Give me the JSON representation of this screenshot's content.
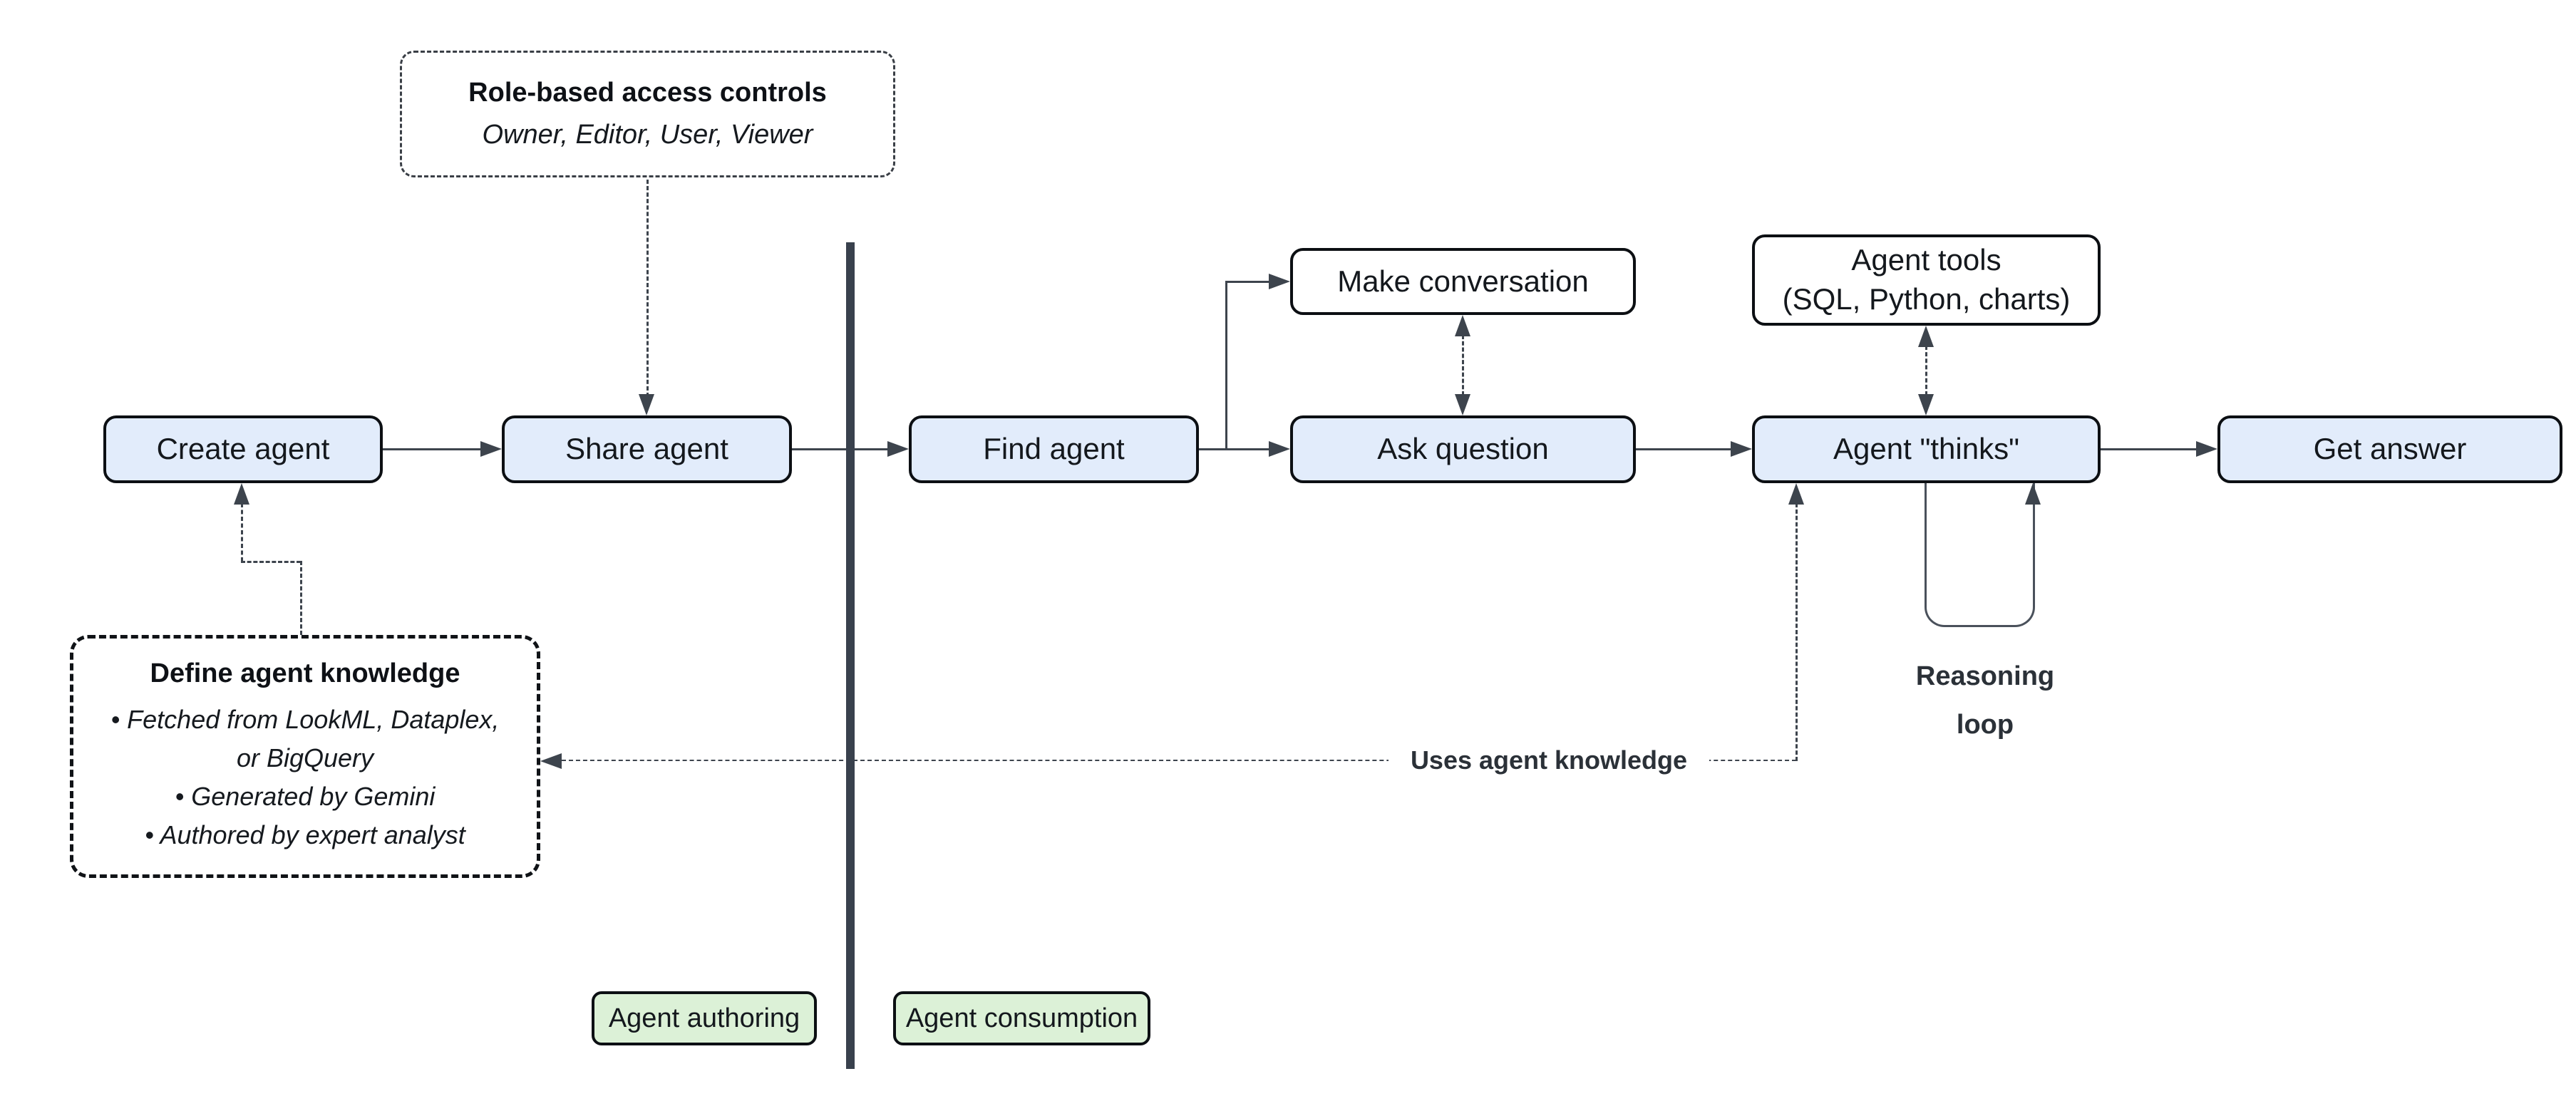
{
  "diagram": {
    "nodes": {
      "create_agent": {
        "label": "Create agent"
      },
      "share_agent": {
        "label": "Share agent"
      },
      "find_agent": {
        "label": "Find agent"
      },
      "make_conversation": {
        "label": "Make conversation"
      },
      "ask_question": {
        "label": "Ask question"
      },
      "agent_tools": {
        "line1": "Agent tools",
        "line2": "(SQL, Python, charts)"
      },
      "agent_thinks": {
        "label": "Agent \"thinks\""
      },
      "get_answer": {
        "label": "Get answer"
      }
    },
    "callouts": {
      "role_access": {
        "title": "Role-based access controls",
        "subtitle": "Owner, Editor, User, Viewer"
      },
      "agent_knowledge": {
        "title": "Define agent knowledge",
        "bullets": [
          "• Fetched from LookML, Dataplex, or BigQuery",
          "• Generated by Gemini",
          "• Authored by expert analyst"
        ]
      }
    },
    "annotations": {
      "reasoning_loop": {
        "line1": "Reasoning",
        "line2": "loop"
      },
      "uses_agent_knowledge": "Uses agent knowledge"
    },
    "zones": {
      "authoring": "Agent authoring",
      "consumption": "Agent consumption"
    },
    "colors": {
      "background": "#ffffff",
      "node_fill": "#e2ecfb",
      "tool_fill": "#ffffff",
      "zone_fill": "#dcf1d7",
      "node_border": "#0c0f13",
      "line": "#3d444d",
      "divider": "#39414d"
    }
  }
}
